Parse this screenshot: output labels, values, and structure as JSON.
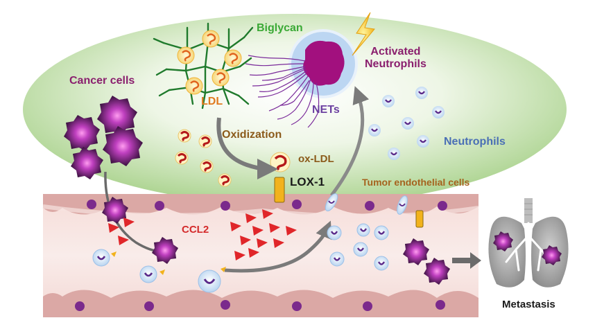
{
  "labels": {
    "biglycan": "Biglycan",
    "activated_neutrophils_line1": "Activated",
    "activated_neutrophils_line2": "Neutrophils",
    "cancer_cells": "Cancer cells",
    "ldl": "LDL",
    "nets": "NETs",
    "oxidization": "Oxidization",
    "ox_ldl": "ox-LDL",
    "neutrophils": "Neutrophils",
    "lox1": "LOX-1",
    "tumor_endothelial_cells": "Tumor endothelial cells",
    "ccl2": "CCL2",
    "metastasis": "Metastasis"
  },
  "colors": {
    "biglycan_text": "#3aa935",
    "activated_text": "#8a1f6e",
    "cancer_text": "#8a1f6e",
    "ldl_text": "#e07b20",
    "nets_text": "#6b3fa0",
    "oxidization_text": "#8b5a1a",
    "ox_ldl_text": "#8b5a1a",
    "neutrophils_text": "#4a6fb5",
    "lox1_text": "#1a1a1a",
    "tumor_endo_text": "#a5631e",
    "ccl2_text": "#d42a2a",
    "metastasis_text": "#1a1a1a",
    "ellipse_green": "#b9dca0",
    "vessel_pink": "#f2cfcb",
    "vessel_wall": "#d8a6a3",
    "nucleus": "#7b2a8c",
    "lox1_receptor": "#f2b21c"
  }
}
